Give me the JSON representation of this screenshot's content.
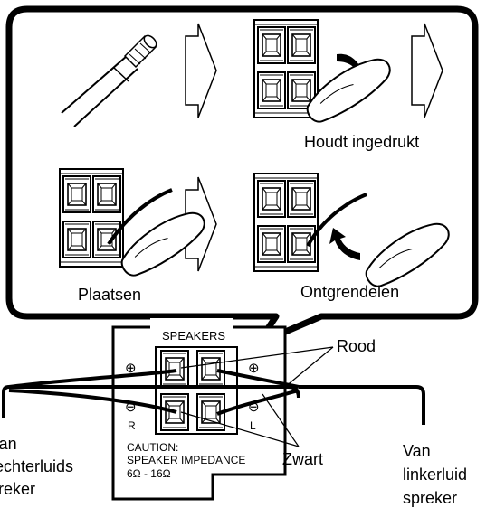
{
  "labels": {
    "hold": "Houdt ingedrukt",
    "insert": "Plaatsen",
    "release": "Ontgrendelen",
    "red": "Rood",
    "black": "Zwart",
    "right_speaker_l1": "Van",
    "right_speaker_l2": "rechterluids",
    "right_speaker_l3": "preker",
    "left_speaker_l1": "Van",
    "left_speaker_l2": "linkerluid",
    "left_speaker_l3": "spreker"
  },
  "panel": {
    "title": "SPEAKERS",
    "plus_left": "⊕",
    "plus_right": "⊕",
    "minus_left": "⊖",
    "minus_right": "⊖",
    "r_mark": "R",
    "l_mark": "L",
    "caution_l1": "CAUTION:",
    "caution_l2": "SPEAKER IMPEDANCE",
    "caution_l3": "6Ω - 16Ω"
  },
  "colors": {
    "line": "#000000",
    "fill": "#ffffff",
    "terminal_shade": "#e6e6e6"
  }
}
